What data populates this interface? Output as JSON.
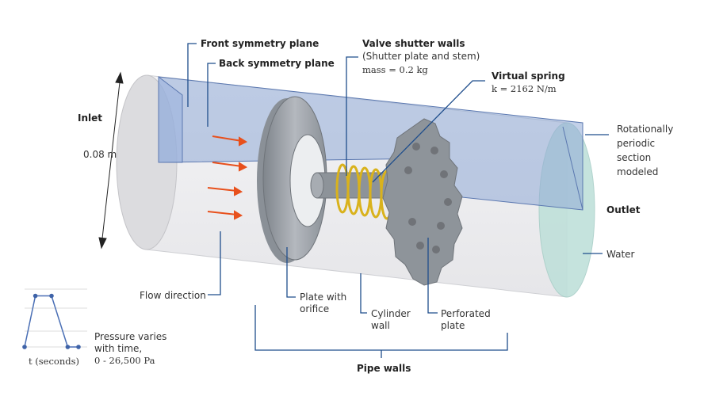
{
  "labels": {
    "front_symmetry_plane": "Front symmetry plane",
    "back_symmetry_plane": "Back symmetry plane",
    "valve_shutter_walls": "Valve shutter walls",
    "valve_shutter_sub": "(Shutter plate and stem)",
    "valve_shutter_mass": "mass = 0.2 kg",
    "virtual_spring": "Virtual spring",
    "virtual_spring_k": "k = 2162 N/m",
    "inlet": "Inlet",
    "diameter": "0.08 m",
    "rotationally_periodic": [
      "Rotationally",
      "periodic",
      "section",
      "modeled"
    ],
    "outlet": "Outlet",
    "water": "Water",
    "flow_direction": "Flow direction",
    "plate_with_orifice": [
      "Plate with",
      "orifice"
    ],
    "cylinder_wall": [
      "Cylinder",
      "wall"
    ],
    "perforated_plate": [
      "Perforated",
      "plate"
    ],
    "pipe_walls": "Pipe walls",
    "pressure_note": [
      "Pressure varies",
      "with time,",
      "0 - 26,500 Pa"
    ]
  },
  "colors": {
    "leader": "#1f4e8c",
    "arrow": "#e8501c",
    "spring": "#d9b21c",
    "plane": "#8fa9d6",
    "outlet_face": "#bfe0da"
  },
  "chart_data": {
    "type": "line",
    "xlabel": "t (seconds)",
    "ylabel": "",
    "series": [
      {
        "x": [
          0,
          1,
          2.5,
          4,
          5
        ],
        "y": [
          0,
          26500,
          26500,
          0,
          0
        ]
      }
    ],
    "ylim": [
      0,
      30000
    ],
    "grid": true
  }
}
